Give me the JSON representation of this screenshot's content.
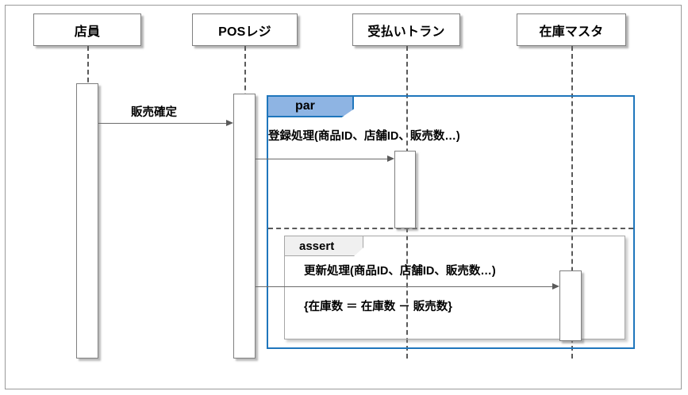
{
  "diagram": {
    "type": "uml-sequence-diagram",
    "colors": {
      "par_border": "#1f76bc",
      "par_tab_fill": "#8eb4e3",
      "assert_border": "#a6a6a6",
      "assert_tab_fill": "#f0f0f0",
      "lifeline_border": "#7f7f7f",
      "message_line": "#6b6b6b",
      "frame_border": "#9a9a9a"
    },
    "lifelines": [
      {
        "id": "clerk",
        "label": "店員"
      },
      {
        "id": "pos",
        "label": "POSレジ"
      },
      {
        "id": "trans",
        "label": "受払いトラン"
      },
      {
        "id": "stock",
        "label": "在庫マスタ"
      }
    ],
    "fragments": [
      {
        "id": "par",
        "operator": "par",
        "label": "par"
      },
      {
        "id": "assert",
        "operator": "assert",
        "label": "assert"
      }
    ],
    "messages": [
      {
        "id": "m1",
        "label": "販売確定",
        "from": "店員",
        "to": "POSレジ",
        "kind": "synchronous"
      },
      {
        "id": "m2",
        "label": "登録処理(商品ID、店舗ID、販売数…)",
        "from": "POSレジ",
        "to": "受払いトラン",
        "kind": "synchronous"
      },
      {
        "id": "m3",
        "label": "更新処理(商品ID、店舗ID、販売数…)",
        "from": "POSレジ",
        "to": "在庫マスタ",
        "kind": "synchronous"
      }
    ],
    "constraints": [
      {
        "id": "c1",
        "text": "{在庫数 ＝ 在庫数 － 販売数}",
        "belongs_to": "assert"
      }
    ]
  }
}
